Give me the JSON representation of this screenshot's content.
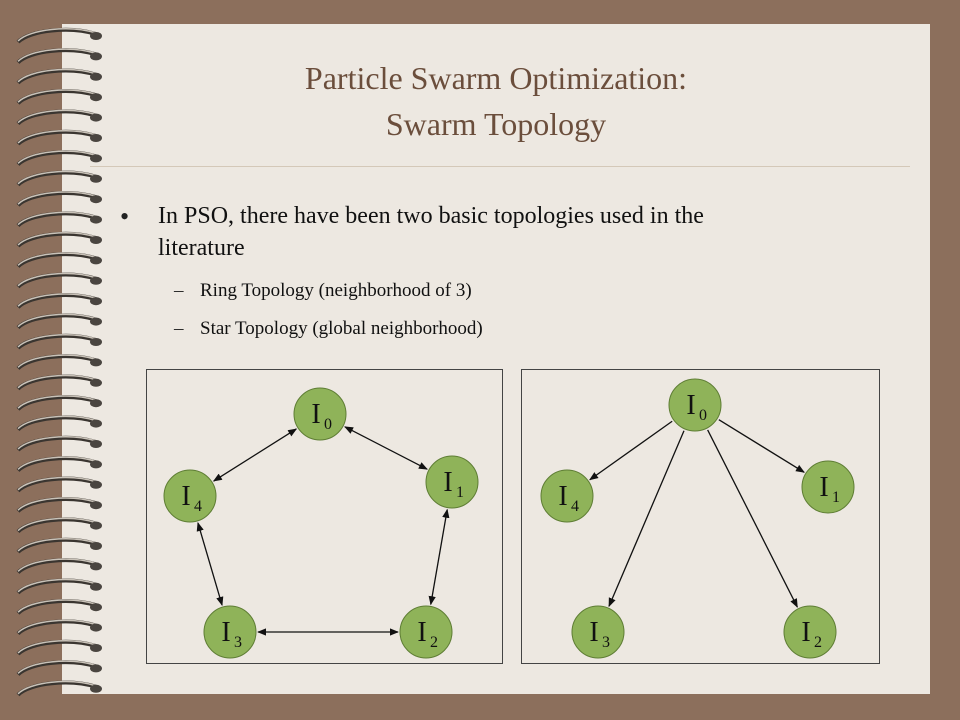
{
  "title": {
    "line1": "Particle Swarm Optimization:",
    "line2": "Swarm Topology"
  },
  "bullets": [
    {
      "lines": [
        "In PSO, there have been two basic topologies used in the",
        "literature"
      ],
      "sub": [
        "Ring Topology (neighborhood of 3)",
        "Star Topology (global neighborhood)"
      ]
    }
  ],
  "diagrams": {
    "node_color": "#8fb359",
    "node_names": [
      "I",
      "I",
      "I",
      "I",
      "I"
    ],
    "node_subs": [
      "0",
      "1",
      "2",
      "3",
      "4"
    ],
    "ring": {
      "edges": [
        [
          0,
          1
        ],
        [
          1,
          2
        ],
        [
          2,
          3
        ],
        [
          3,
          4
        ],
        [
          4,
          0
        ]
      ],
      "bidirectional": true
    },
    "star": {
      "edges": [
        [
          0,
          1
        ],
        [
          0,
          2
        ],
        [
          0,
          3
        ],
        [
          0,
          4
        ]
      ],
      "bidirectional": false
    }
  },
  "colors": {
    "background": "#8c6f5c",
    "slide": "#ede8e1",
    "title": "#6b4e3c",
    "node_fill": "#8fb359",
    "node_stroke": "#5e7d34"
  }
}
